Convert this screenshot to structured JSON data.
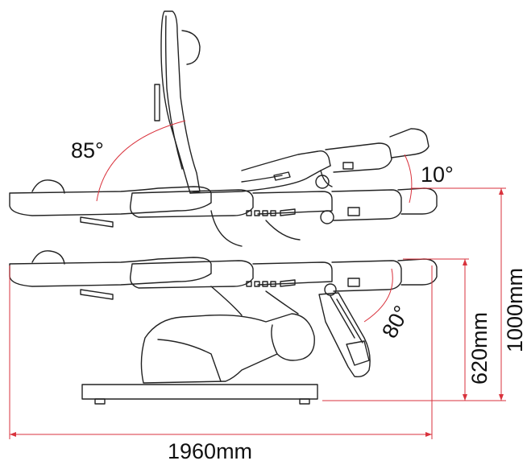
{
  "labels": {
    "back_angle": "85°",
    "head_angle": "10°",
    "leg_angle": "80°",
    "total_length": "1960mm",
    "seat_height": "620mm",
    "total_height": "1000mm"
  },
  "colors": {
    "outline": "#222222",
    "dimension": "#d9323c",
    "background": "#ffffff"
  }
}
